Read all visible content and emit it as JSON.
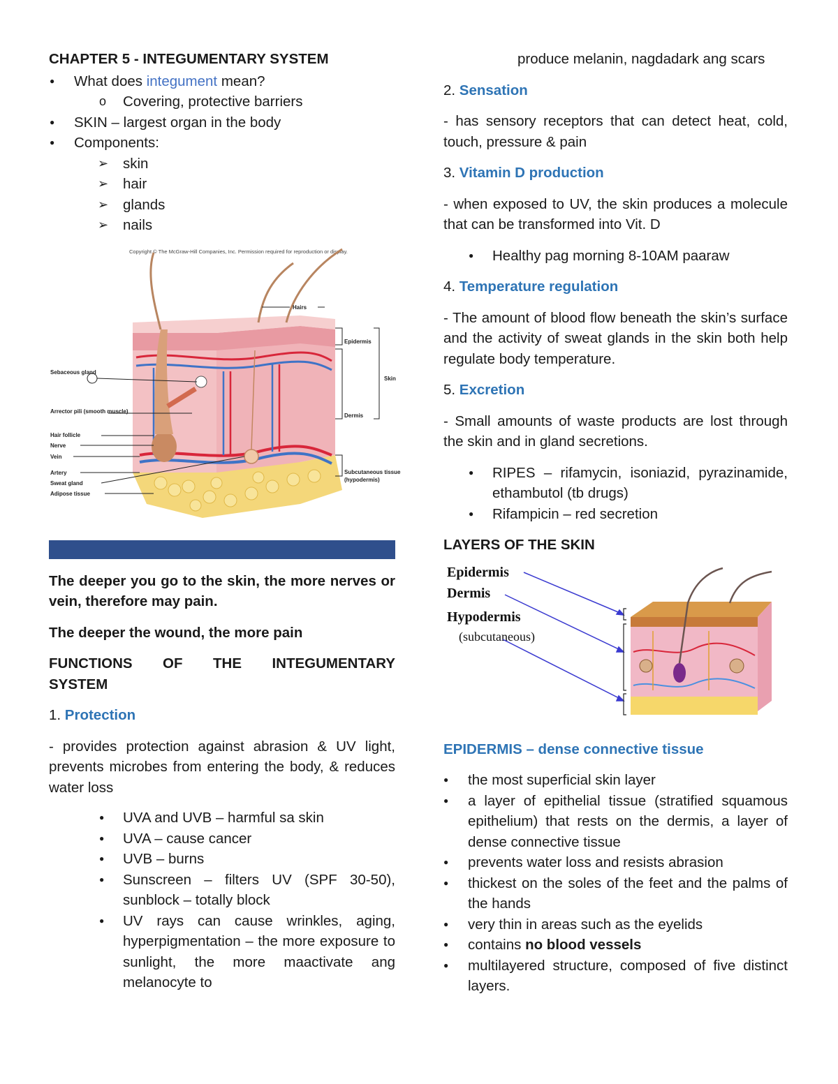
{
  "left": {
    "title": "CHAPTER 5 - INTEGUMENTARY SYSTEM",
    "q_before": "What does ",
    "q_link": "integument",
    "q_after": " mean?",
    "q_answer": "Covering, protective barriers",
    "skin_fact": "SKIN – largest organ in the body",
    "components_label": "Components:",
    "components": [
      "skin",
      "hair",
      "glands",
      "nails"
    ],
    "figure": {
      "copyright": "Copyright © The McGraw-Hill Companies, Inc. Permission required for reproduction or display.",
      "labels_left": [
        "Sebaceous gland",
        "Arrector pili (smooth muscle)",
        "Hair follicle",
        "Nerve",
        "Vein",
        "Artery",
        "Sweat gland",
        "Adipose tissue"
      ],
      "labels_right": {
        "hairs": "Hairs",
        "epidermis": "Epidermis",
        "skin": "Skin",
        "dermis": "Dermis",
        "subq1": "Subcutaneous tissue",
        "subq2": "(hypodermis)"
      }
    },
    "deeper1": "The deeper you go to the skin, the more nerves or vein, therefore may pain.",
    "deeper2": "The deeper the wound, the more pain",
    "functions_heading": "FUNCTIONS OF THE INTEGUMENTARY SYSTEM",
    "f1_num": "1. ",
    "f1_title": "Protection",
    "f1_desc": " - provides protection against abrasion & UV light, prevents microbes from entering the body, & reduces water loss",
    "f1_bullets": [
      "UVA and UVB – harmful sa skin",
      "UVA – cause cancer",
      "UVB – burns",
      "Sunscreen – filters UV (SPF 30-50), sunblock – totally block",
      "UV rays can cause wrinkles, aging, hyperpigmentation – the more exposure to sunlight, the more maactivate ang melanocyte to"
    ]
  },
  "right": {
    "continued": "produce melanin, nagdadark ang scars",
    "f2_num": "2. ",
    "f2_title": "Sensation",
    "f2_desc": "- has sensory receptors that can detect  heat, cold, touch, pressure & pain",
    "f3_num": "3. ",
    "f3_title": "Vitamin D production",
    "f3_desc": "- when exposed to UV, the skin produces a molecule that can be transformed into Vit. D",
    "f3_bullet": "Healthy pag morning 8-10AM paaraw",
    "f4_num": "4. ",
    "f4_title": "Temperature regulation",
    "f4_desc": "- The amount of blood flow beneath the skin’s surface and the activity of sweat glands in the skin both help regulate body temperature.",
    "f5_num": "5. ",
    "f5_title": "Excretion",
    "f5_desc": "- Small amounts of waste products are lost through the skin and in gland secretions.",
    "f5_bullets": [
      "RIPES – rifamycin, isoniazid, pyrazinamide, ethambutol (tb drugs)",
      "Rifampicin – red secretion"
    ],
    "layers_heading": "LAYERS OF THE SKIN",
    "figure2": {
      "epidermis": "Epidermis",
      "dermis": "Dermis",
      "hypodermis": "Hypodermis",
      "subcutaneous": "(subcutaneous)"
    },
    "epi_heading": "EPIDERMIS – dense connective tissue",
    "epi_bullets": [
      "the most superficial skin layer",
      "a layer of epithelial tissue (stratified squamous epithelium) that rests on the dermis, a layer of dense connective tissue",
      "prevents water loss and resists abrasion",
      "thickest on the soles of the feet and the palms of the hands",
      "very thin in areas such as the eyelids"
    ],
    "epi_b6_pre": "contains ",
    "epi_b6_bold": "no blood vessels",
    "epi_b7": "multilayered structure, composed of five distinct layers."
  },
  "colors": {
    "heading_blue": "#2e74b5",
    "link_blue": "#4472c4",
    "banner": "#2f4f8c"
  }
}
